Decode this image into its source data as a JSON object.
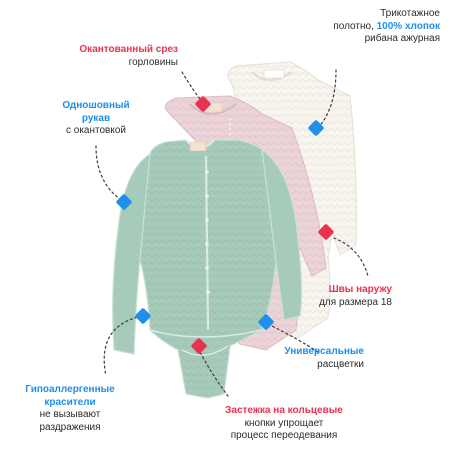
{
  "colors": {
    "accent_red": "#e8334f",
    "accent_blue": "#1e8fea",
    "text": "#2b2b2b",
    "bodysuit_mint": "#a7cbba",
    "bodysuit_pink": "#ecd3d8",
    "bodysuit_white": "#f8f5ee"
  },
  "callouts": {
    "fabric": {
      "line1": "Трикотажное",
      "line2_prefix": "полотно, ",
      "line2_highlight": "100% хлопок",
      "line3": "рибана ажурная"
    },
    "neckline": {
      "line1": "Окантованный срез",
      "line2": "горловины"
    },
    "sleeve": {
      "line1": "Одношовный",
      "line2": "рукав",
      "line3": "с окантовкой"
    },
    "seams": {
      "line1": "Швы наружу",
      "line2": "для размера 18"
    },
    "colors_universal": {
      "line1": "Универсальные",
      "line2": "расцветки"
    },
    "dyes": {
      "line1": "Гипоаллергенные",
      "line2": "красители",
      "line3": "не вызывают",
      "line4": "раздражения"
    },
    "snaps": {
      "line1": "Застежка на кольцевые",
      "line2": "кнопки упрощает",
      "line3": "процесс переодевания"
    }
  }
}
